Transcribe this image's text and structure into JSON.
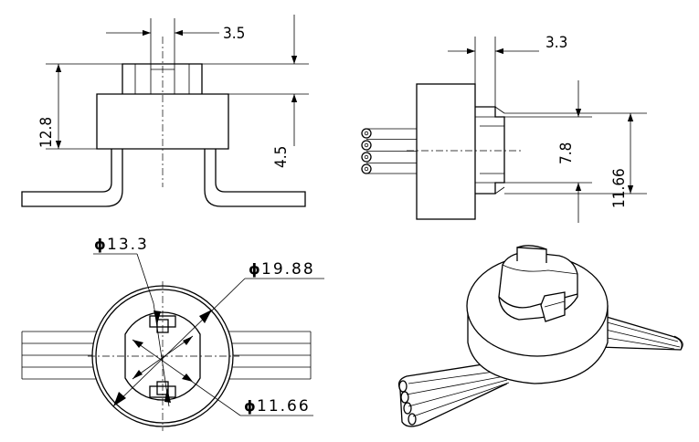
{
  "drawing": {
    "front_view": {
      "dims": {
        "top_gap": "3.5",
        "total_height": "12.8",
        "lower_height": "4.5"
      }
    },
    "side_view": {
      "dims": {
        "top_gap": "3.3",
        "inner_height": "7.8",
        "outer_height": "11.66"
      }
    },
    "top_view": {
      "phi_symbol": "ϕ",
      "dims": {
        "d1": "13.3",
        "d2": "19.88",
        "d3": "11.66"
      }
    }
  }
}
